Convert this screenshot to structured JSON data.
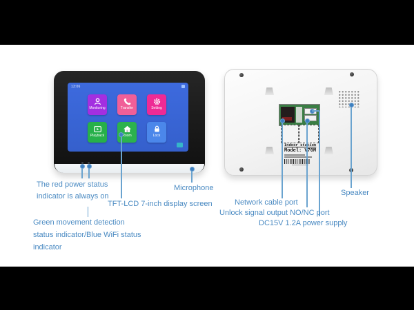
{
  "front_device": {
    "screen": {
      "time": "13:06",
      "tiles": [
        {
          "label": "Monitoring",
          "color": "#a32fe0"
        },
        {
          "label": "Transfer",
          "color": "#f05f98"
        },
        {
          "label": "Setting",
          "color": "#ee2a95"
        },
        {
          "label": "Playback",
          "color": "#27b04a"
        },
        {
          "label": "Room",
          "color": "#2cb24e"
        },
        {
          "label": "Lock",
          "color": "#4b87ea"
        }
      ]
    }
  },
  "back_device": {
    "label": {
      "line1": "Indoor station",
      "line2": "Model: V70M"
    }
  },
  "annotations": {
    "red_status": {
      "line1": "The red power status",
      "line2": "indicator is always on"
    },
    "green_status": {
      "line1": "Green movement detection",
      "line2": "status indicator/Blue WiFi status",
      "line3": "indicator"
    },
    "tft": "TFT-LCD 7-inch display screen",
    "microphone": "Microphone",
    "network": "Network cable port",
    "unlock": "Unlock signal output NO/NC port",
    "power": "DC15V 1.2A power supply",
    "speaker": "Speaker"
  },
  "colors": {
    "annotation_text": "#4a8ac2",
    "callout_line": "#6aa3cf",
    "callout_dot": "#3c7fc0",
    "screen_bg": "#3a66d6"
  }
}
